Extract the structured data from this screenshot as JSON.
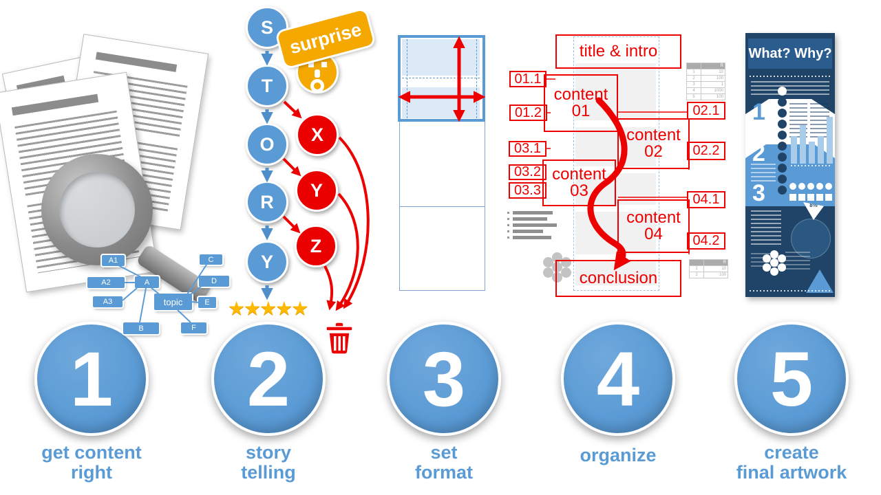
{
  "colors": {
    "blue": "#5B9BD5",
    "red": "#EE0000",
    "gold": "#FFB900",
    "navy": "#1F4468",
    "amber": "#F5A800"
  },
  "steps": [
    {
      "number": "1",
      "line1": "get content",
      "line2": "right"
    },
    {
      "number": "2",
      "line1": "story",
      "line2": "telling"
    },
    {
      "number": "3",
      "line1": "set",
      "line2": "format"
    },
    {
      "number": "4",
      "line1": "organize",
      "line2": ""
    },
    {
      "number": "5",
      "line1": "create",
      "line2": "final artwork"
    }
  ],
  "mindmap": {
    "topic": "topic",
    "a": "A",
    "a1": "A1",
    "a2": "A2",
    "a3": "A3",
    "b": "B",
    "c": "C",
    "d": "D",
    "e": "E",
    "f": "F"
  },
  "story": {
    "letters": [
      "S",
      "T",
      "O",
      "R",
      "Y"
    ],
    "deleted": [
      "X",
      "Y",
      "Z"
    ],
    "badge": "surprise",
    "stars": "★★★★★"
  },
  "organize": {
    "title_box": "title & intro",
    "contents": [
      {
        "word": "content",
        "num": "01"
      },
      {
        "word": "content",
        "num": "02"
      },
      {
        "word": "content",
        "num": "03"
      },
      {
        "word": "content",
        "num": "04"
      }
    ],
    "conclusion_box": "conclusion",
    "sublabels": [
      "01.1",
      "01.2",
      "02.1",
      "02.2",
      "03.1",
      "03.2",
      "03.3",
      "04.1",
      "04.2"
    ],
    "table_large": {
      "header": [
        "",
        "R"
      ],
      "rows": [
        [
          "1",
          "10"
        ],
        [
          "2",
          "100"
        ],
        [
          "3",
          "1"
        ],
        [
          "4",
          "1000"
        ],
        [
          "5",
          "100"
        ]
      ]
    },
    "table_small": {
      "header": [
        "",
        "R"
      ],
      "rows": [
        [
          "1",
          "10"
        ],
        [
          "2",
          "100"
        ]
      ]
    }
  },
  "poster": {
    "title": "What? Why?",
    "section_numbers": [
      "1",
      "2",
      "3"
    ],
    "pie_label": "8%"
  }
}
